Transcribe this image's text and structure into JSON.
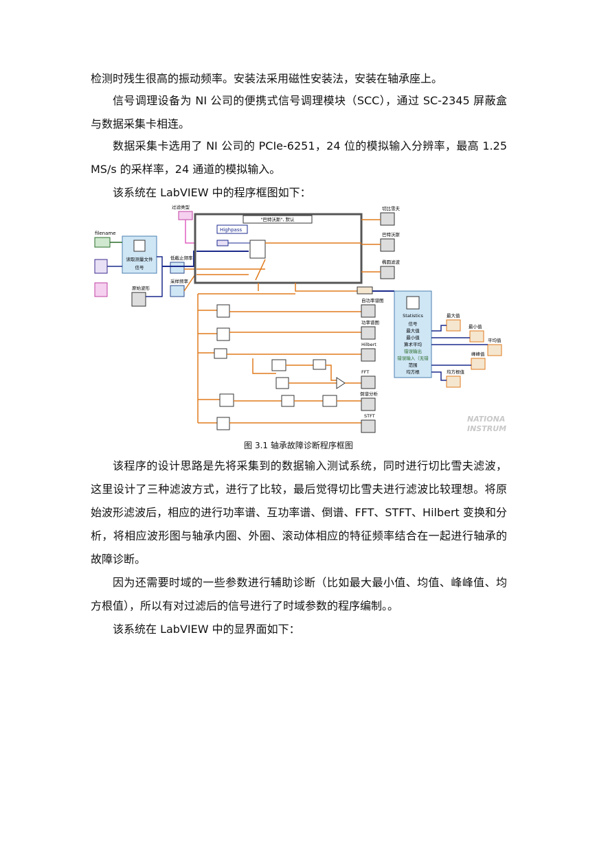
{
  "paragraphs": [
    "检测时残生很高的振动频率。安装法采用磁性安装法，安装在轴承座上。",
    "信号调理设备为 NI 公司的便携式信号调理模块（SCC），通过 SC-2345 屏蔽盒与数据采集卡相连。",
    "数据采集卡选用了 NI 公司的 PCIe-6251，24 位的模拟输入分辨率，最高 1.25 MS/s 的采样率，24 通道的模拟输入。",
    "该系统在 LabVIEW 中的程序框图如下：",
    "该程序的设计思路是先将采集到的数据输入测试系统，同时进行切比雪夫滤波，这里设计了三种滤波方式，进行了比较，最后觉得切比雪夫进行滤波比较理想。将原始波形滤波后，相应的进行功率谱、互功率谱、倒谱、FFT、STFT、Hilbert 变换和分析，将相应波形图与轴承内圈、外圈、滚动体相应的特征频率结合在一起进行轴承的故障诊断。",
    "因为还需要时域的一些参数进行辅助诊断（比如最大最小值、均值、峰峰值、均方根值），所以有对过滤后的信号进行了时域参数的程序编制。。",
    "该系统在 LabVIEW 中的显界面如下："
  ],
  "figure": {
    "caption": "图 3.1 轴承故障诊断程序框图",
    "labels": {
      "filename": "filename",
      "read_file": "读取测量文件",
      "signal": "信号",
      "filter_type": "过滤类型",
      "case_selector": "\"巴特沃斯\", 默认",
      "highpass": "Highpass",
      "low_cutoff": "低截止频率",
      "sample_rate": "采样频率",
      "raw_waveform": "原始波形",
      "chebyshev": "切比雪夫",
      "butterworth": "巴特沃斯",
      "elliptic": "椭圆滤波",
      "auto_power": "自功率谱图",
      "cross_power": "功率谱图",
      "hilbert": "Hilbert",
      "fft": "FFT",
      "cepstrum": "倒谱分析",
      "stft": "STFT",
      "statistics": "Statistics",
      "stat_signal": "信号",
      "stat_max": "最大值",
      "stat_min": "最小值",
      "stat_mean": "算术平均",
      "stat_err_out": "错误输出",
      "stat_err_in": "错误输入（无错",
      "stat_range": "范围",
      "stat_rms": "均方根",
      "out_max": "最大值",
      "out_min": "最小值",
      "out_mean": "平均值",
      "out_pp": "峰峰值",
      "out_rms": "均方根值",
      "watermark_1": "NATIONA",
      "watermark_2": "INSTRUM"
    }
  },
  "colors": {
    "orange_wire": "#e07a1c",
    "blue_wire": "#1a2a8c",
    "pink_wire": "#e060c0",
    "panel_blue": "#cfe6f5"
  }
}
